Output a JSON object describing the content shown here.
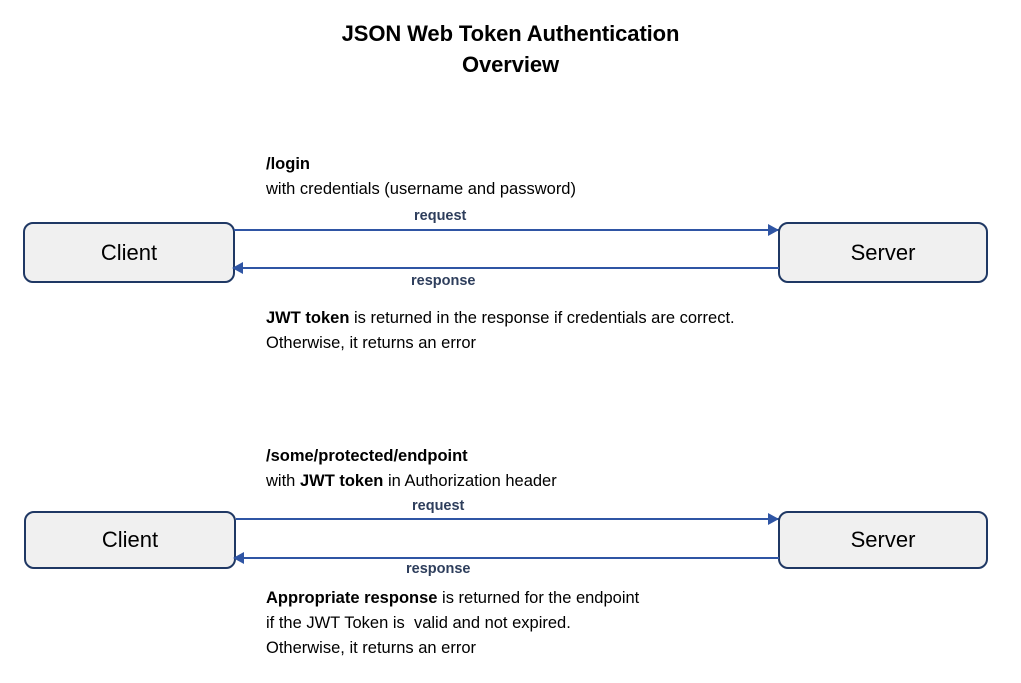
{
  "title": {
    "line1": "JSON Web Token Authentication",
    "line2": "Overview"
  },
  "colors": {
    "node_border": "#1F3864",
    "node_fill": "#F0F0F0",
    "arrow": "#2F55A4",
    "flow_label": "#2E3E5C",
    "text": "#000000",
    "background": "#FFFFFF"
  },
  "nodes": {
    "client_top": "Client",
    "server_top": "Server",
    "client_bottom": "Client",
    "server_bottom": "Server"
  },
  "flows": {
    "login": {
      "request_label": "request",
      "response_label": "response"
    },
    "protected": {
      "request_label": "request",
      "response_label": "response"
    }
  },
  "notes": {
    "login_request": {
      "line1_bold": "/login",
      "line2": "with credentials (username and password)"
    },
    "login_response": {
      "line1_bold": "JWT token",
      "line1_rest": " is returned in the response if credentials are correct.",
      "line2": "Otherwise, it returns an error"
    },
    "endpoint_request": {
      "line1_bold": "/some/protected/endpoint",
      "line2_pre": "with ",
      "line2_bold": "JWT token",
      "line2_post": " in Authorization header"
    },
    "endpoint_response": {
      "line1_bold": "Appropriate response",
      "line1_rest": " is returned for the endpoint",
      "line2": "if the JWT Token is  valid and not expired.",
      "line3": "Otherwise, it returns an error"
    }
  }
}
